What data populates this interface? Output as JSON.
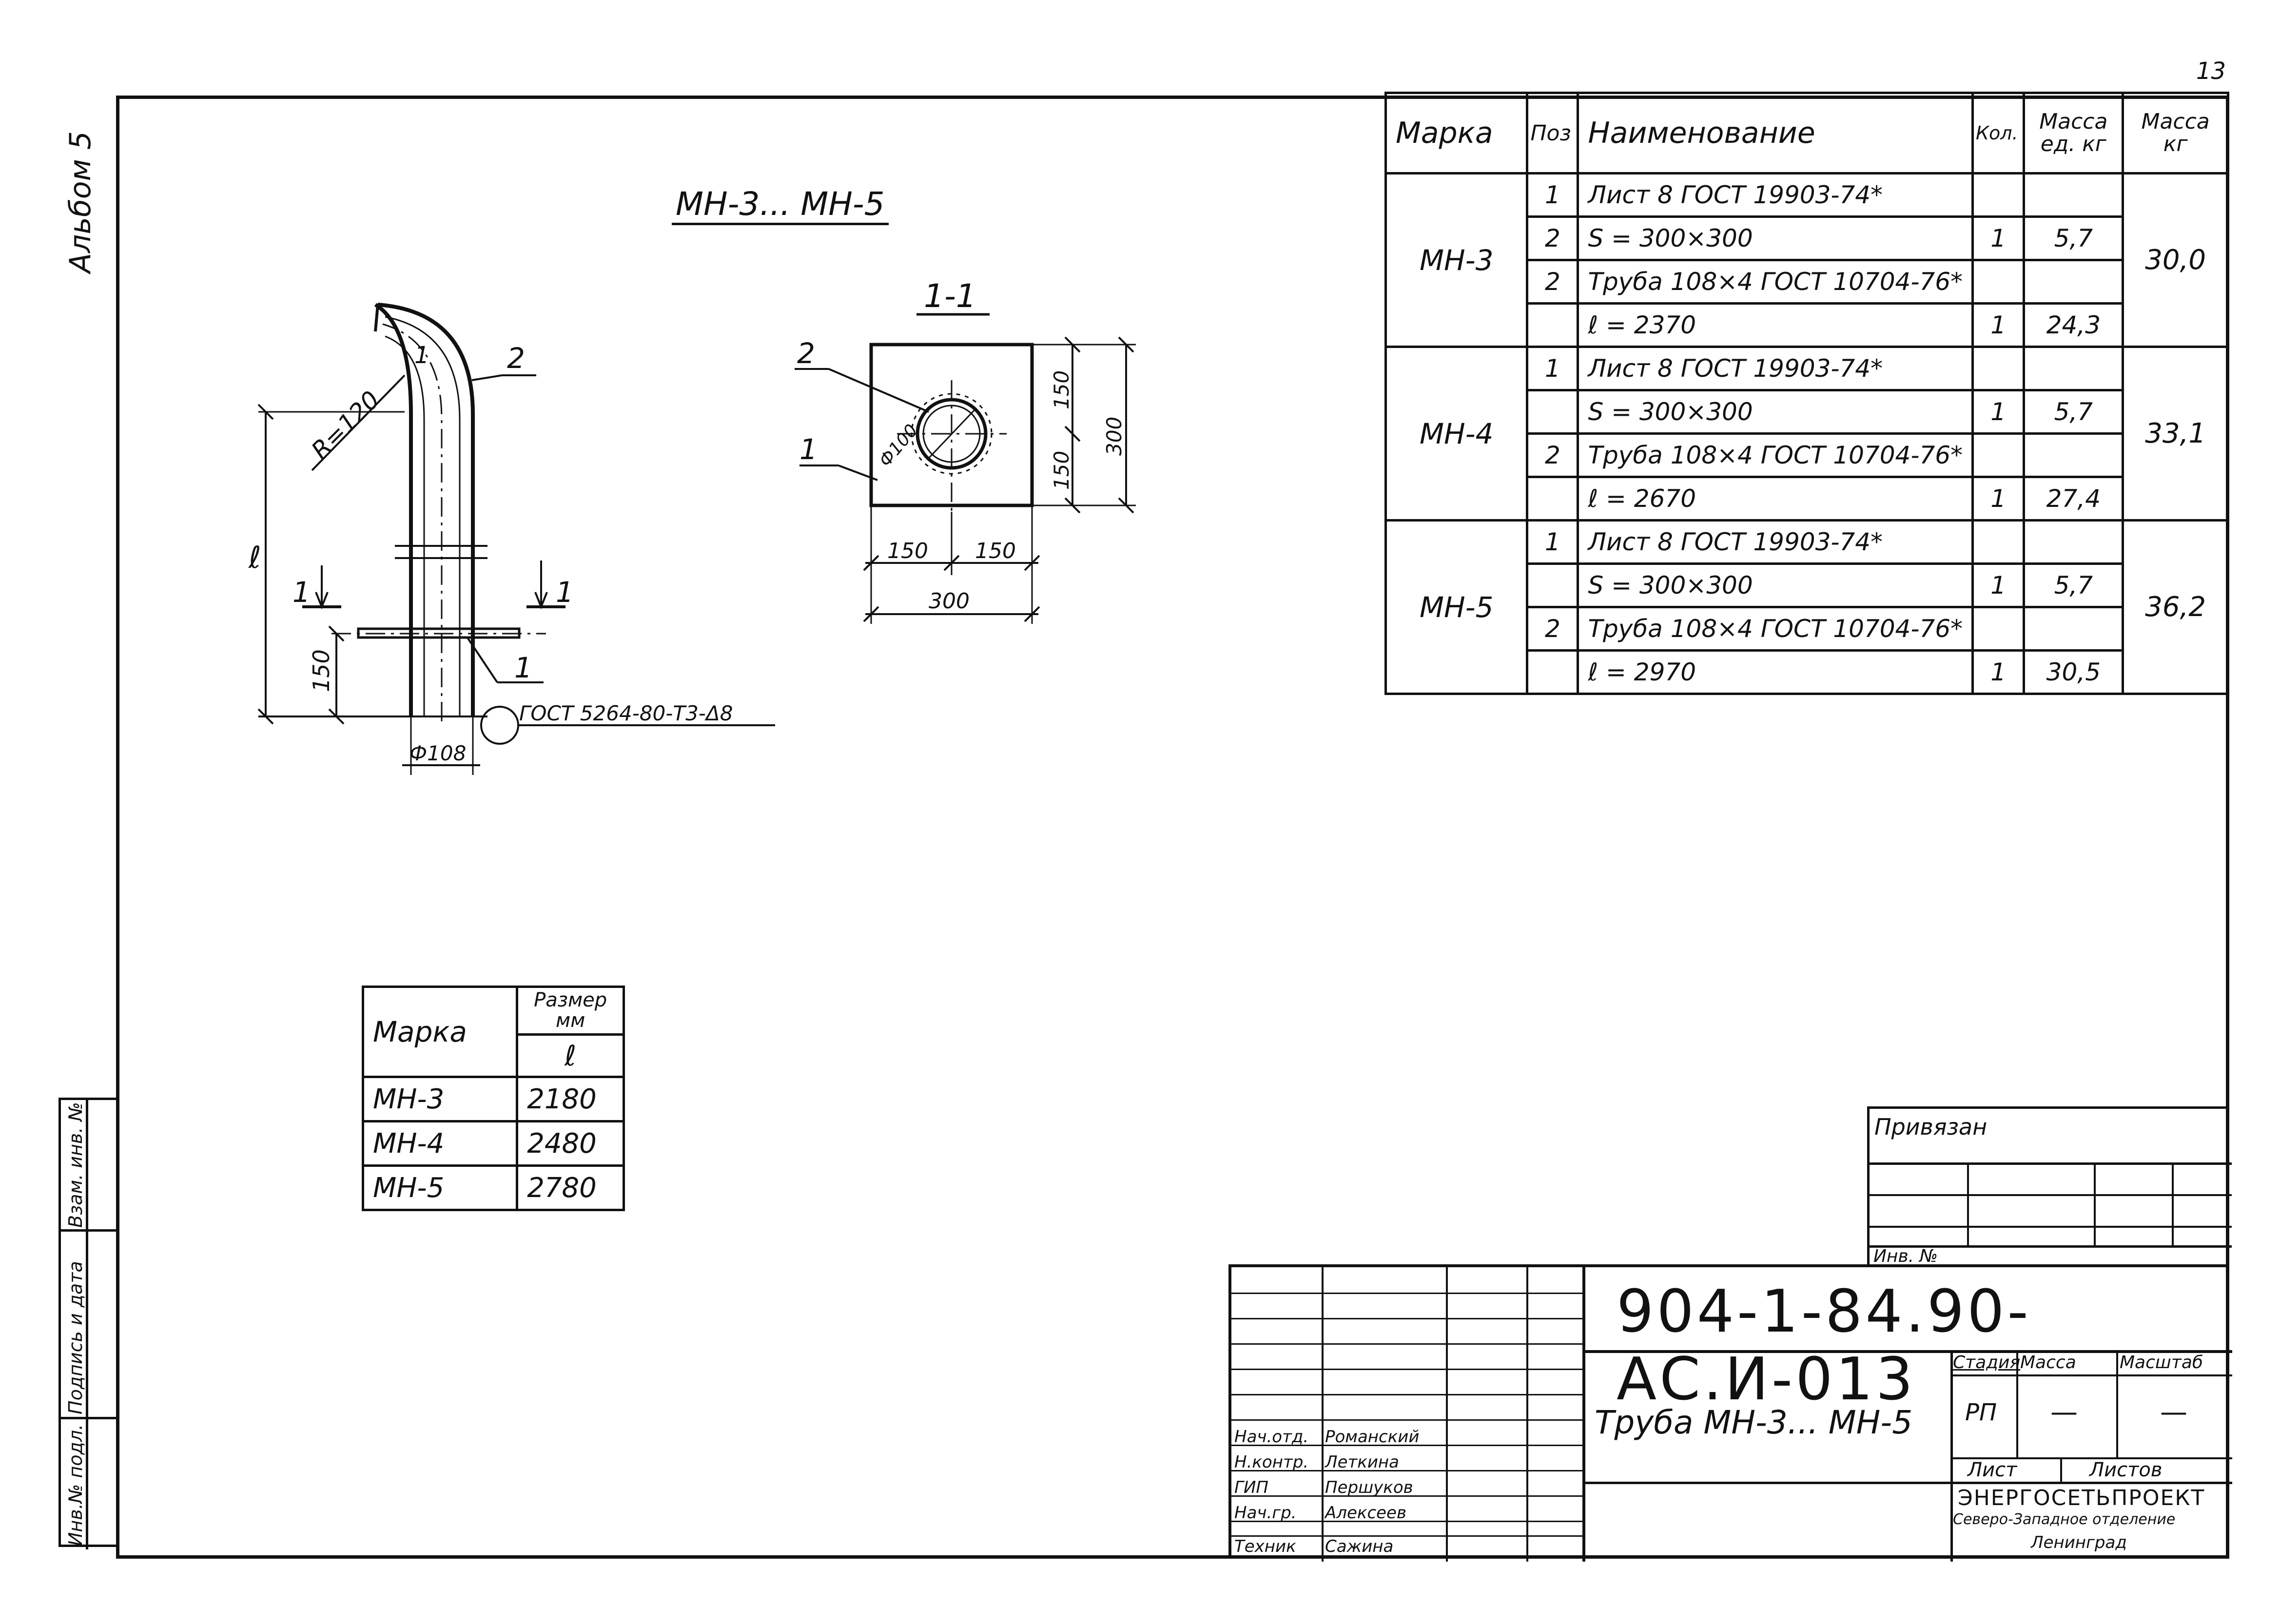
{
  "sheet_number": "13",
  "album_label": "Альбом 5",
  "drawing_title": "МН-3... МН-5",
  "section_label": "1-1",
  "elevation_labels": {
    "radius": "R=120",
    "pos1": "1",
    "pos2": "2",
    "length": "ℓ",
    "cut_left": "1",
    "cut_right": "1",
    "height_150": "150",
    "diameter": "Ф108",
    "weld_note": "ГОСТ 5264-80-Т3-Δ8"
  },
  "section_labels": {
    "pos2": "2",
    "pos1": "1",
    "hole_dia": "Ф100",
    "dim_150_top": "150",
    "dim_150_bottom": "150",
    "dim_300_right": "300",
    "dim_150_left": "150",
    "dim_150_right": "150",
    "dim_300_bottom": "300"
  },
  "spec_table": {
    "headers": [
      "Марка",
      "Поз",
      "Наименование",
      "Кол.",
      "Масса ед. кг",
      "Масса кг"
    ],
    "groups": [
      {
        "mark": "МН-3",
        "total": "30,0",
        "rows": [
          {
            "pos": "1",
            "name": "Лист 8 ГОСТ 19903-74*",
            "qty": "",
            "unit_mass": ""
          },
          {
            "pos": "2",
            "name": "S = 300×300",
            "qty": "1",
            "unit_mass": "5,7"
          },
          {
            "pos": "2",
            "name": "Труба 108×4 ГОСТ 10704-76*",
            "qty": "",
            "unit_mass": ""
          },
          {
            "pos": "",
            "name": "ℓ = 2370",
            "qty": "1",
            "unit_mass": "24,3"
          }
        ]
      },
      {
        "mark": "МН-4",
        "total": "33,1",
        "rows": [
          {
            "pos": "1",
            "name": "Лист 8 ГОСТ 19903-74*",
            "qty": "",
            "unit_mass": ""
          },
          {
            "pos": "",
            "name": "S = 300×300",
            "qty": "1",
            "unit_mass": "5,7"
          },
          {
            "pos": "2",
            "name": "Труба 108×4 ГОСТ 10704-76*",
            "qty": "",
            "unit_mass": ""
          },
          {
            "pos": "",
            "name": "ℓ = 2670",
            "qty": "1",
            "unit_mass": "27,4"
          }
        ]
      },
      {
        "mark": "МН-5",
        "total": "36,2",
        "rows": [
          {
            "pos": "1",
            "name": "Лист 8 ГОСТ 19903-74*",
            "qty": "",
            "unit_mass": ""
          },
          {
            "pos": "",
            "name": "S = 300×300",
            "qty": "1",
            "unit_mass": "5,7"
          },
          {
            "pos": "2",
            "name": "Труба 108×4 ГОСТ 10704-76*",
            "qty": "",
            "unit_mass": ""
          },
          {
            "pos": "",
            "name": "ℓ = 2970",
            "qty": "1",
            "unit_mass": "30,5"
          }
        ]
      }
    ]
  },
  "size_table": {
    "header_mark": "Марка",
    "header_size": "Размер мм",
    "header_l": "ℓ",
    "rows": [
      {
        "mark": "МН-3",
        "l": "2180"
      },
      {
        "mark": "МН-4",
        "l": "2480"
      },
      {
        "mark": "МН-5",
        "l": "2780"
      }
    ]
  },
  "side_stamp": {
    "inv_original": "Инв.№ подл.",
    "signature_date": "Подпись и дата",
    "replace_inv": "Взам. инв. №"
  },
  "binding": {
    "label": "Привязан",
    "inv": "Инв. №"
  },
  "title_block": {
    "doc_code": "904-1-84.90-АС.И-013",
    "item_title": "Труба МН-3... МН-5",
    "stage_label": "Стадия",
    "mass_label": "Масса",
    "scale_label": "Масштаб",
    "stage_value": "РП",
    "mass_value": "—",
    "scale_value": "—",
    "sheet_label": "Лист",
    "sheets_label": "Листов",
    "org_name": "ЭНЕРГОСЕТЬПРОЕКТ",
    "org_branch": "Северо-Западное отделение",
    "org_city": "Ленинград",
    "people": [
      {
        "role": "Нач.отд.",
        "name": "Романский"
      },
      {
        "role": "Н.контр.",
        "name": "Леткина"
      },
      {
        "role": "ГИП",
        "name": "Першуков"
      },
      {
        "role": "Нач.гр.",
        "name": "Алексеев"
      },
      {
        "role": "Техник",
        "name": "Сажина"
      }
    ]
  }
}
